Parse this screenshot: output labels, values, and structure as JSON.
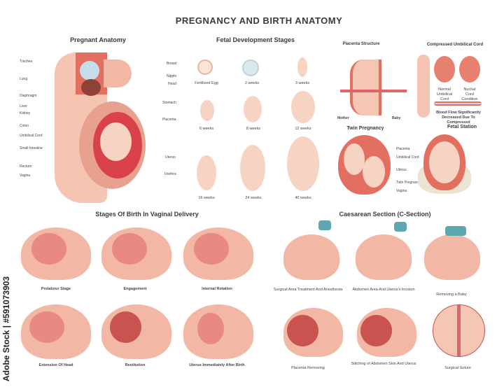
{
  "title": "PREGNANCY AND BIRTH ANATOMY",
  "pregnant_anatomy": {
    "title": "Pregnant Anatomy",
    "left_labels": [
      "Trachea",
      "Lung",
      "Diaphragm",
      "Liver",
      "Kidney",
      "Colon",
      "Umbilical Cord",
      "Small Intestine",
      "Rectum",
      "Vagina"
    ],
    "right_labels": [
      "Breast",
      "Nipple",
      "Head",
      "Stomach",
      "Placenta",
      "Uterus",
      "Urethra"
    ]
  },
  "fetal_development": {
    "title": "Fetal Development Stages",
    "stages": [
      "Fertilized Egg",
      "2 weeks",
      "3 weeks",
      "6 weeks",
      "8 weeks",
      "12 weeks",
      "16 weeks",
      "24 weeks",
      "40 weeks"
    ]
  },
  "placenta_structure": {
    "title": "Placenta Structure",
    "mother": "Mother",
    "baby": "Baby"
  },
  "compressed_cord": {
    "title": "Compressed Umbilical Cord",
    "normal": "Normal Umbilical Cord",
    "nuchal": "Nuchal Cord Condition",
    "note": "Blood Flow Significantly Decreased Due To Compressed"
  },
  "twin_pregnancy": {
    "title": "Twin Pregnancy",
    "labels": [
      "Placenta",
      "Umbilical Cord",
      "Uterus",
      "Twin Pregnancy",
      "Vagina"
    ]
  },
  "fetal_station": {
    "title": "Fetal Station"
  },
  "vaginal_delivery": {
    "title": "Stages Of Birth In Vaginal Delivery",
    "stages": [
      "Prelabour Stage",
      "Engagement",
      "Internal Rotation",
      "Extension Of Head",
      "Restitution",
      "Uterus Immediately After Birth"
    ]
  },
  "c_section": {
    "title": "Caesarean Section (C-Section)",
    "steps": [
      "Surgical Area Treatment And Anesthesia",
      "Abdomen Area And Uterus's Incision",
      "Removing a Baby",
      "Placenta Removing",
      "Stitching of Abdomen Skin And Uterus",
      "Surgical Suture"
    ]
  },
  "watermark": "Adobe Stock | #591073903"
}
